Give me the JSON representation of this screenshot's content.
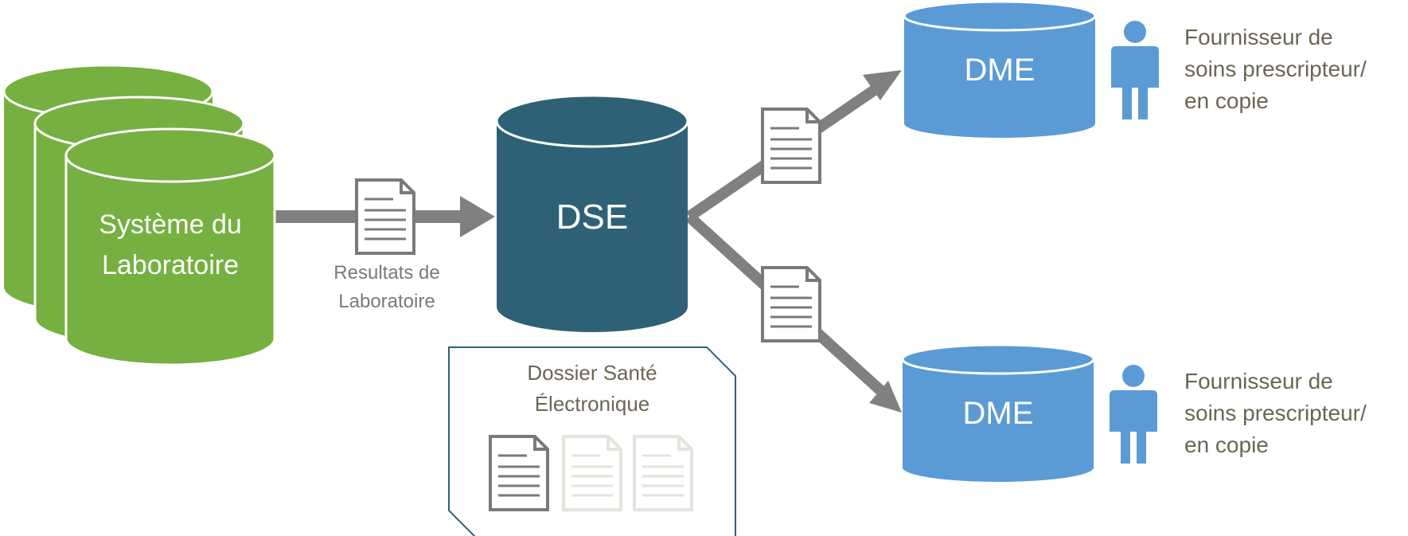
{
  "lab_system": {
    "label_line1": "Système du",
    "label_line2": "Laboratoire"
  },
  "lab_results": {
    "caption_line1": "Resultats de",
    "caption_line2": "Laboratoire"
  },
  "dse": {
    "label": "DSE"
  },
  "dossier": {
    "title_line1": "Dossier Santé",
    "title_line2": "Électronique"
  },
  "dme_top": {
    "label": "DME"
  },
  "dme_bottom": {
    "label": "DME"
  },
  "provider_top": {
    "line1": "Fournisseur de",
    "line2": "soins prescripteur/",
    "line3": "en copie"
  },
  "provider_bottom": {
    "line1": "Fournisseur de",
    "line2": "soins prescripteur/",
    "line3": "en copie"
  },
  "colors": {
    "lab_green": "#76b041",
    "lab_green_dark": "#5f9434",
    "dse_navy": "#2f6176",
    "dme_blue": "#5b9bd5",
    "person_blue": "#5b9bd5",
    "arrow_gray": "#808080",
    "text_olive": "#6b6654",
    "doc_gray": "#7a7a7a",
    "doc_faded": "#e6e2dc"
  },
  "icons": {
    "document": "document-icon",
    "person": "person-icon",
    "database": "database-cylinder-icon"
  }
}
